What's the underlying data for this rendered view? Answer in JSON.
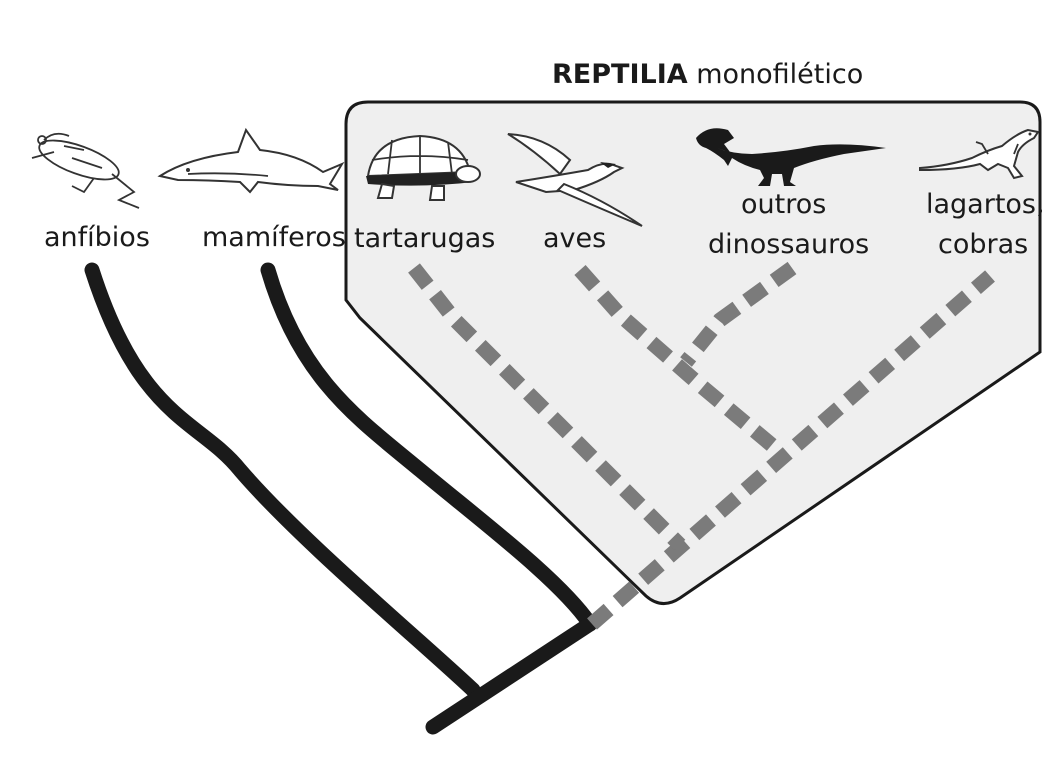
{
  "title": {
    "bold": "REPTILIA",
    "rest": " monofilético"
  },
  "taxa": {
    "anfibios": "anfíbios",
    "mamiferos": "mamíferos",
    "tartarugas": "tartarugas",
    "aves": "aves",
    "dinossauros_line1": "outros",
    "dinossauros_line2": "dinossauros",
    "lagartos_line1": "lagartos,",
    "lagartos_line2": "cobras"
  },
  "icons": {
    "anfibios": "frog-icon",
    "mamiferos": "dolphin-icon",
    "tartarugas": "turtle-icon",
    "aves": "bird-icon",
    "dinossauros": "dinosaur-icon",
    "lagartos": "lizard-icon"
  },
  "colors": {
    "reptilia_box_fill": "#efefef",
    "solid_branch": "#1a1a1a",
    "dashed_branch": "#7b7b7b"
  }
}
